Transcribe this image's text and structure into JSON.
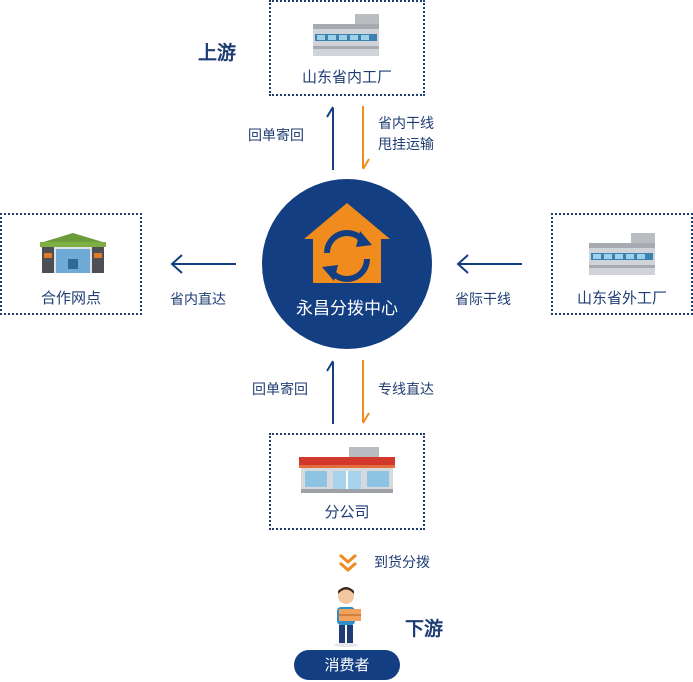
{
  "streams": {
    "upstream": "上游",
    "downstream": "下游"
  },
  "hub": {
    "label": "永昌分拨中心",
    "icon": "warehouse-sync-icon"
  },
  "nodes": {
    "top": {
      "label": "山东省内工厂",
      "icon": "factory-icon"
    },
    "left": {
      "label": "合作网点",
      "icon": "depot-icon"
    },
    "right": {
      "label": "山东省外工厂",
      "icon": "factory-icon"
    },
    "bottom": {
      "label": "分公司",
      "icon": "storefront-icon"
    },
    "consumer": {
      "label": "消费者",
      "icon": "courier-person-icon"
    }
  },
  "edges": {
    "top_return": "回单寄回",
    "top_inbound_line1": "省内干线",
    "top_inbound_line2": "甩挂运输",
    "left_outbound": "省内直达",
    "right_inbound": "省际干线",
    "bottom_return": "回单寄回",
    "bottom_outbound": "专线直达",
    "delivery": "到货分拨"
  },
  "colors": {
    "navy": "#133e82",
    "orange": "#f08c1e",
    "box_border": "#1f3d73"
  }
}
